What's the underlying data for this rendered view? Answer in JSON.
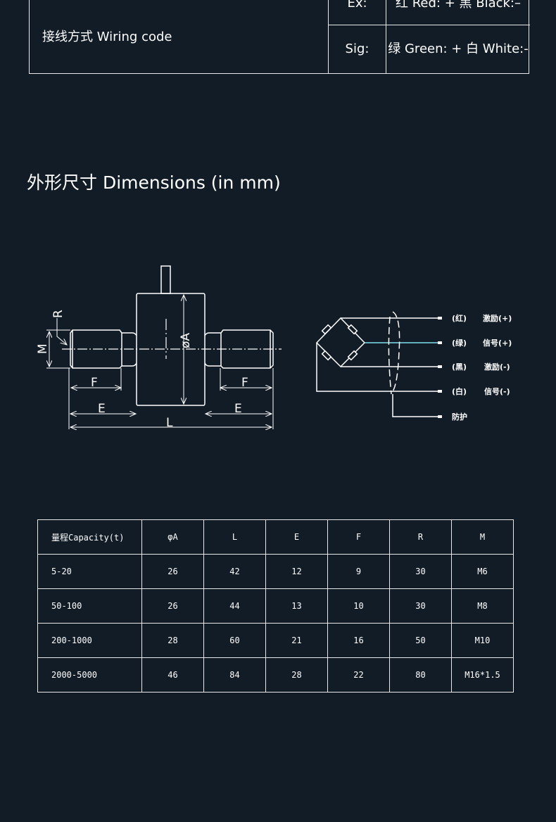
{
  "wiring": {
    "label": "接线方式 Wiring code",
    "rows": [
      {
        "key": "Ex:",
        "value": "红 Red: + 黑 Black:–"
      },
      {
        "key": "Sig:",
        "value": "绿 Green: + 白 White:-"
      }
    ]
  },
  "dimensions_title": "外形尺寸 Dimensions (in mm)",
  "drawing": {
    "labels": {
      "R": "R",
      "M": "M",
      "F": "F",
      "E": "E",
      "L": "L",
      "A": "øA"
    }
  },
  "circuit": {
    "wires": [
      {
        "color": "(红)",
        "function": "激励(+)"
      },
      {
        "color": "(绿)",
        "function": "信号(+)"
      },
      {
        "color": "(黑)",
        "function": "激励(-)"
      },
      {
        "color": "(白)",
        "function": "信号(-)"
      }
    ],
    "shield": "防护",
    "signal_wire_color": "#7fe0ee"
  },
  "table": {
    "headers": [
      "量程Capacity(t)",
      "φA",
      "L",
      "E",
      "F",
      "R",
      "M"
    ],
    "rows": [
      [
        "5-20",
        "26",
        "42",
        "12",
        "9",
        "30",
        "M6"
      ],
      [
        "50-100",
        "26",
        "44",
        "13",
        "10",
        "30",
        "M8"
      ],
      [
        "200-1000",
        "28",
        "60",
        "21",
        "16",
        "50",
        "M10"
      ],
      [
        "2000-5000",
        "46",
        "84",
        "28",
        "22",
        "80",
        "M16*1.5"
      ]
    ]
  }
}
